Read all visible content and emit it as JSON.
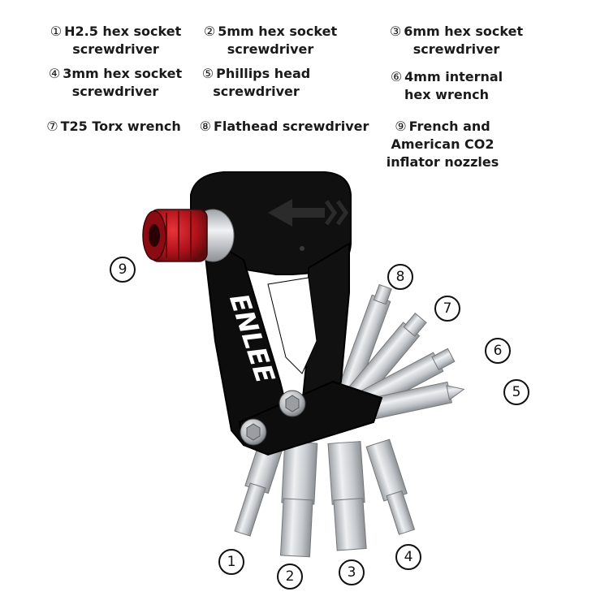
{
  "legend": [
    {
      "num": "①",
      "line1": "H2.5 hex socket",
      "line2": "screwdriver"
    },
    {
      "num": "②",
      "line1": "5mm hex socket",
      "line2": "screwdriver"
    },
    {
      "num": "③",
      "line1": "6mm hex socket",
      "line2": "screwdriver"
    },
    {
      "num": "④",
      "line1": "3mm hex socket",
      "line2": "screwdriver"
    },
    {
      "num": "⑤",
      "line1": "Phillips head",
      "line2": "screwdriver"
    },
    {
      "num": "⑥",
      "line1": "4mm internal",
      "line2": "hex wrench"
    },
    {
      "num": "⑦",
      "line1": "T25 Torx wrench",
      "line2": ""
    },
    {
      "num": "⑧",
      "line1": "Flathead screwdriver",
      "line2": ""
    },
    {
      "num": "⑨",
      "line1": "French and",
      "line2": "American CO2",
      "line3": "inflator nozzles"
    }
  ],
  "brand": "ENLEE",
  "callouts": [
    "1",
    "2",
    "3",
    "4",
    "5",
    "6",
    "7",
    "8",
    "9"
  ],
  "colors": {
    "body": "#0d0d0d",
    "nozzle": "#c0141c",
    "bit": "#c9ccd0",
    "background": "#ffffff"
  }
}
